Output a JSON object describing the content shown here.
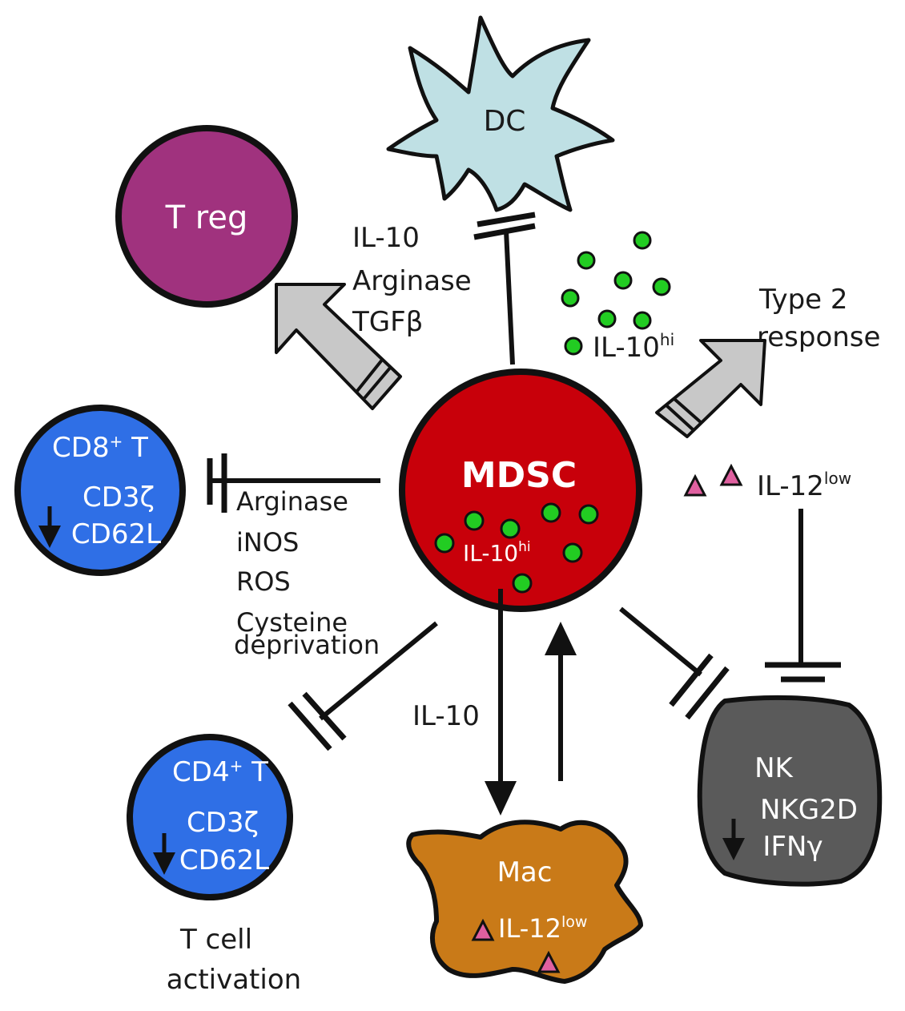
{
  "cells": {
    "dc": {
      "label": "DC"
    },
    "treg": {
      "label": "T reg"
    },
    "mdsc": {
      "label": "MDSC",
      "cytokine": "IL-10",
      "cytokine_sup": "hi"
    },
    "cd8": {
      "line1": "CD8",
      "line1_sup": "+",
      "line1_suffix": " T",
      "line2": "CD3ζ",
      "line3": "CD62L"
    },
    "cd4": {
      "line1": "CD4",
      "line1_sup": "+",
      "line1_suffix": " T",
      "line2": "CD3ζ",
      "line3": "CD62L"
    },
    "mac": {
      "label": "Mac",
      "cytokine": "IL-12",
      "cytokine_sup": "low"
    },
    "nk": {
      "line1": "NK",
      "line2": "NKG2D",
      "line3": "IFNγ"
    }
  },
  "labels": {
    "treg_factors": [
      "IL-10",
      "Arginase",
      "TGFβ"
    ],
    "secreted_il10": {
      "text": "IL-10",
      "sup": "hi"
    },
    "type2": [
      "Type 2",
      "response"
    ],
    "il12_low": {
      "text": "IL-12",
      "sup": "low"
    },
    "cd8_factors": [
      "Arginase",
      "iNOS",
      "ROS",
      "Cysteine",
      "deprivation"
    ],
    "il10_arrow": "IL-10",
    "t_cell_activation": [
      "T cell",
      "activation"
    ]
  },
  "colors": {
    "mdsc": "#c8000a",
    "treg": "#a0327e",
    "dc": "#bfe0e4",
    "t_cell": "#2f6fe6",
    "mac": "#c97a18",
    "nk": "#5a5a5a",
    "dot": "#22cc22",
    "triangle": "#e060a0",
    "arrow_fill": "#c8c8c8"
  }
}
